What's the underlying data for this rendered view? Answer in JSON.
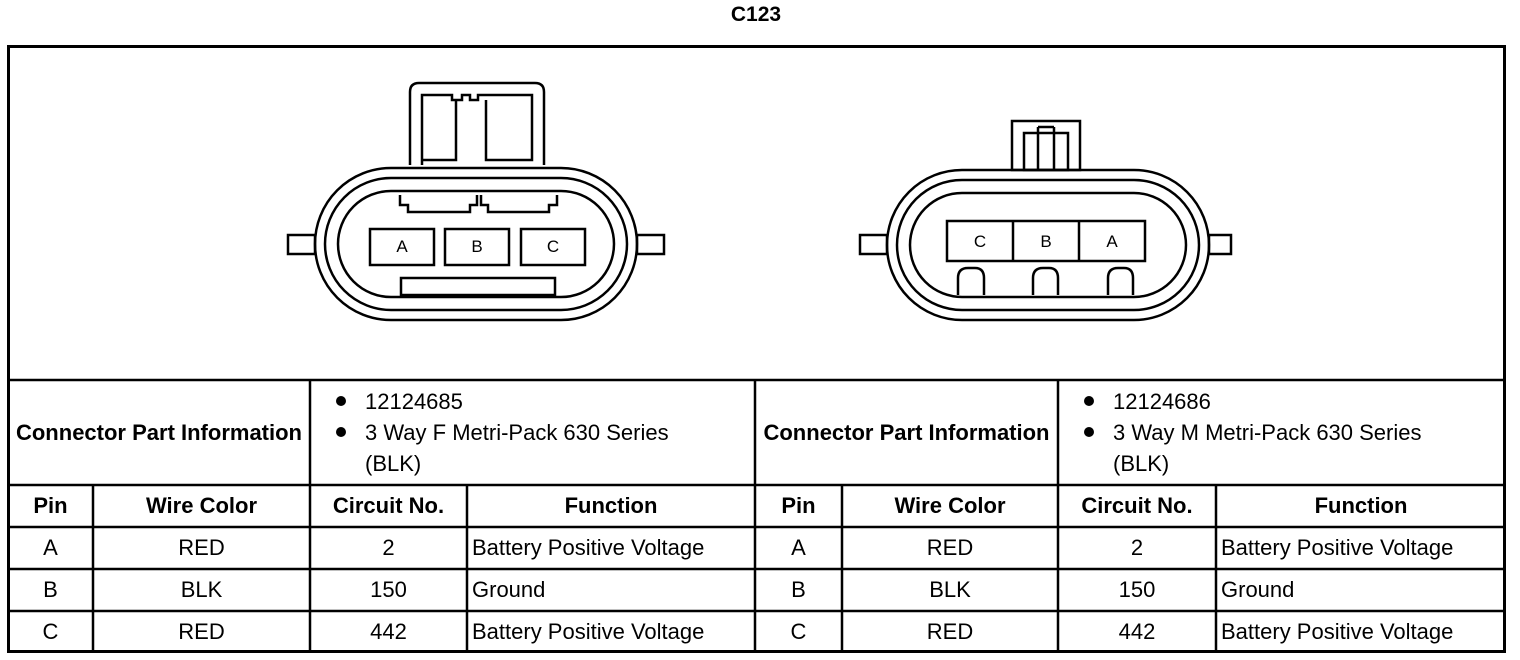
{
  "title": "C123",
  "connectors": [
    {
      "pins_label_order": [
        "A",
        "B",
        "C"
      ],
      "info_label": "Connector Part Information",
      "info_items": [
        "12124685",
        "3 Way F Metri-Pack 630 Series (BLK)"
      ],
      "columns": [
        "Pin",
        "Wire Color",
        "Circuit No.",
        "Function"
      ],
      "rows": [
        {
          "pin": "A",
          "color": "RED",
          "circuit": "2",
          "function": "Battery Positive Voltage"
        },
        {
          "pin": "B",
          "color": "BLK",
          "circuit": "150",
          "function": "Ground"
        },
        {
          "pin": "C",
          "color": "RED",
          "circuit": "442",
          "function": "Battery Positive Voltage"
        }
      ]
    },
    {
      "pins_label_order": [
        "C",
        "B",
        "A"
      ],
      "info_label": "Connector Part Information",
      "info_items": [
        "12124686",
        "3 Way M Metri-Pack 630 Series (BLK)"
      ],
      "columns": [
        "Pin",
        "Wire Color",
        "Circuit No.",
        "Function"
      ],
      "rows": [
        {
          "pin": "A",
          "color": "RED",
          "circuit": "2",
          "function": "Battery Positive Voltage"
        },
        {
          "pin": "B",
          "color": "BLK",
          "circuit": "150",
          "function": "Ground"
        },
        {
          "pin": "C",
          "color": "RED",
          "circuit": "442",
          "function": "Battery Positive Voltage"
        }
      ]
    }
  ]
}
